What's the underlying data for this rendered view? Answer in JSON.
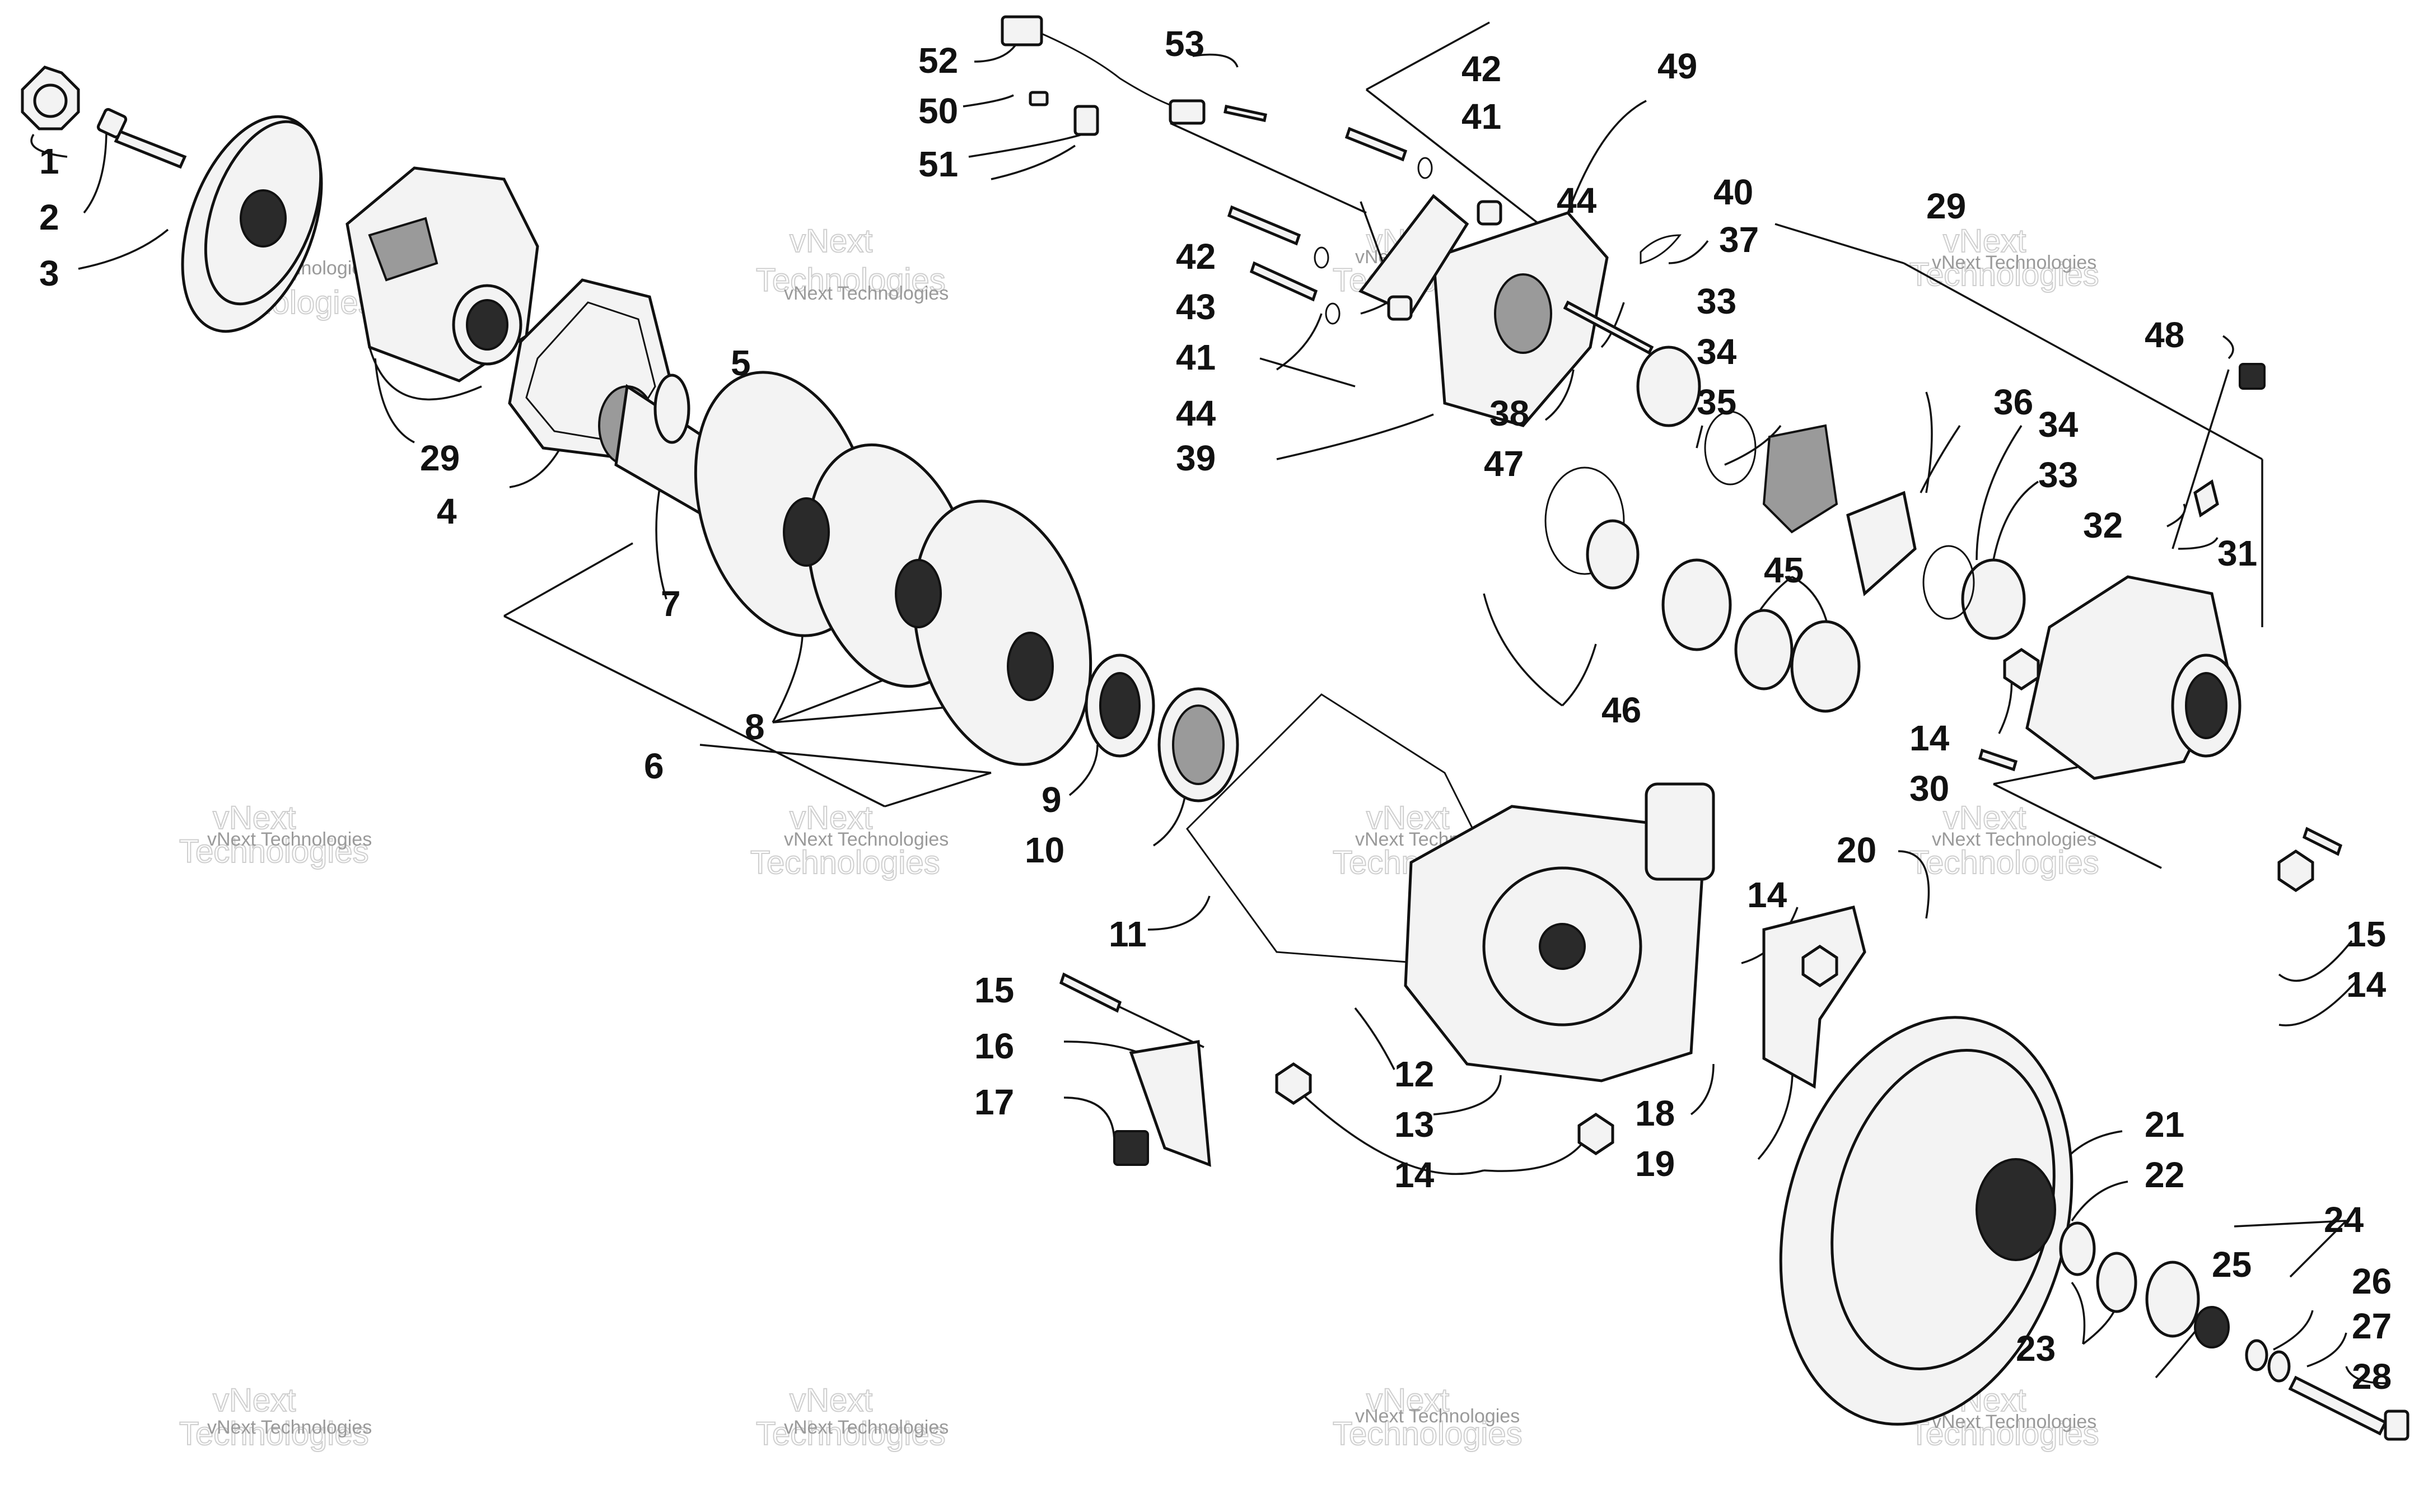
{
  "watermark": {
    "line1": "vNext Technologies",
    "line2_a": "vNext",
    "line2_b": "Technologies"
  },
  "callouts": [
    "1",
    "2",
    "3",
    "4",
    "5",
    "6",
    "7",
    "8",
    "9",
    "10",
    "11",
    "12",
    "13",
    "14",
    "15",
    "16",
    "17",
    "18",
    "19",
    "20",
    "21",
    "22",
    "23",
    "24",
    "25",
    "26",
    "27",
    "28",
    "29",
    "30",
    "31",
    "32",
    "33",
    "34",
    "35",
    "36",
    "37",
    "38",
    "39",
    "40",
    "41",
    "42",
    "43",
    "44",
    "45",
    "46",
    "47",
    "48",
    "49",
    "50",
    "51",
    "52",
    "53"
  ],
  "diagram_lines": "black",
  "background": "#ffffff"
}
